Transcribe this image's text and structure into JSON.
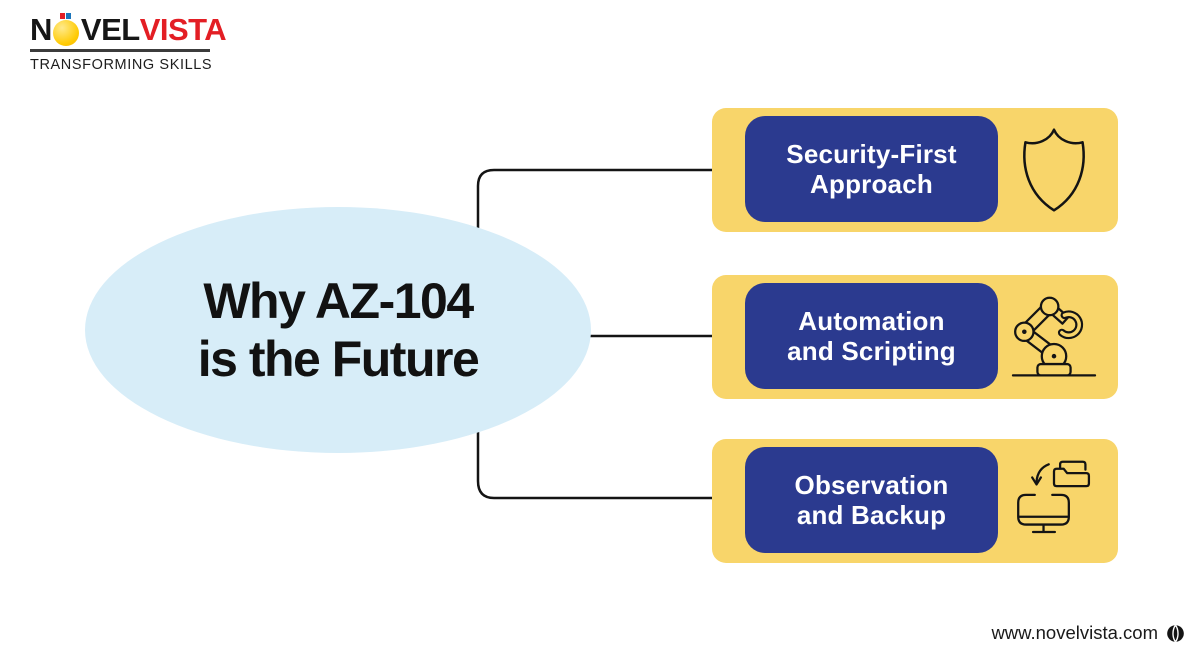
{
  "logo": {
    "brand_part1": "N",
    "brand_part2": "VEL",
    "brand_part3": "VISTA",
    "ball_icon": "brand-o-ball-icon",
    "tagline": "TRANSFORMING SKILLS"
  },
  "center": {
    "title_line1": "Why AZ-104",
    "title_line2": "is the Future"
  },
  "branches": [
    {
      "label_line1": "Security-First",
      "label_line2": "Approach",
      "icon": "shield-icon"
    },
    {
      "label_line1": "Automation",
      "label_line2": "and Scripting",
      "icon": "robot-arm-icon"
    },
    {
      "label_line1": "Observation",
      "label_line2": "and Backup",
      "icon": "backup-icon"
    }
  ],
  "footer": {
    "website": "www.novelvista.com",
    "icon": "globe-icon"
  },
  "colors": {
    "card_yellow": "#F8D56A",
    "pill_navy": "#2B3A8F",
    "ellipse_blue": "#D7EDF8",
    "brand_red": "#E31E24",
    "ball_yellow": "#FFCB05",
    "line_black": "#141414",
    "background": "#FFFFFF"
  }
}
